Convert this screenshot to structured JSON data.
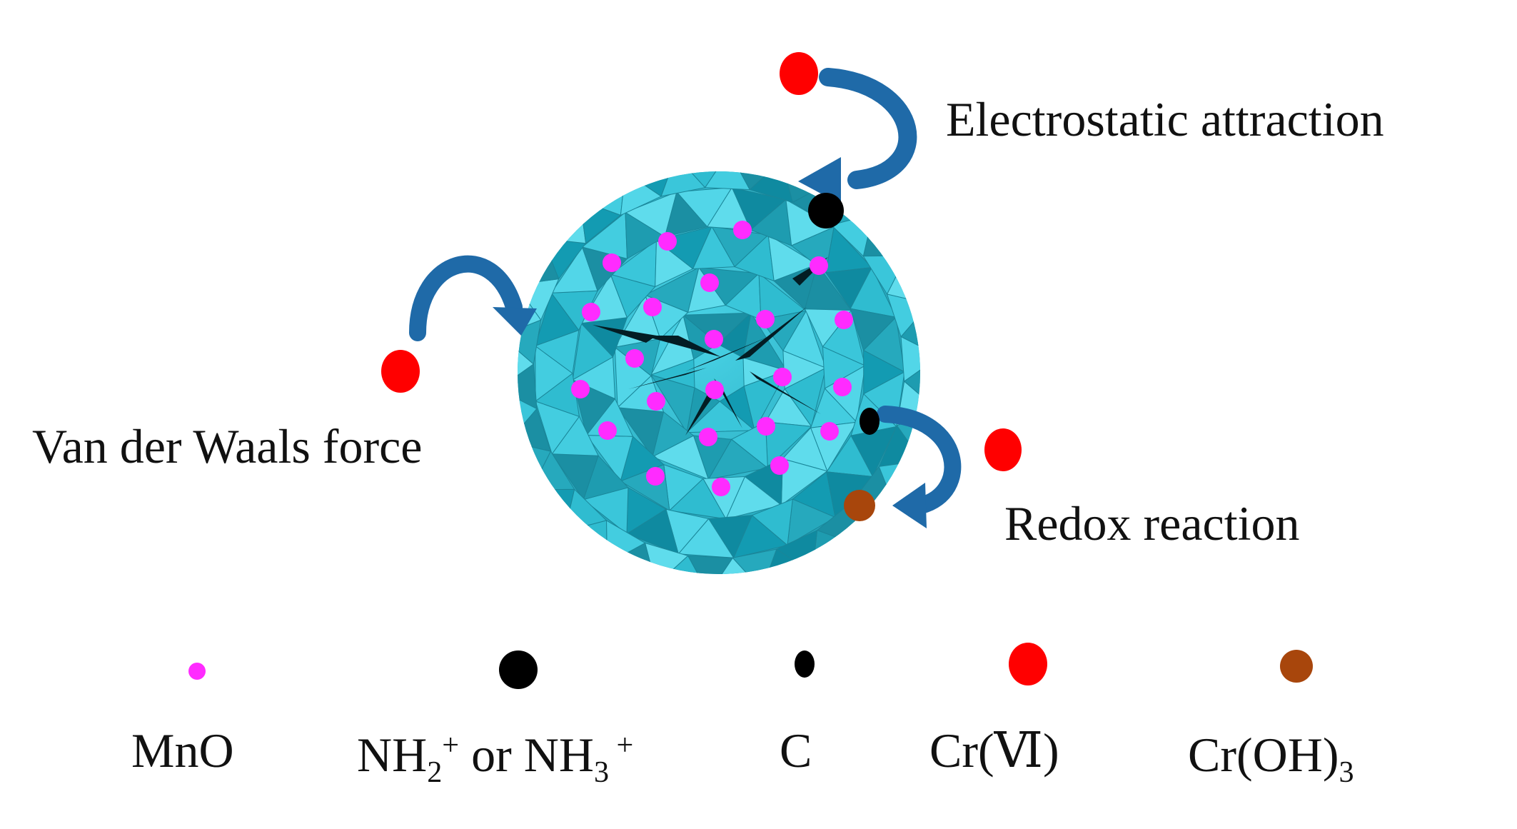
{
  "labels": {
    "electrostatic": "Electrostatic attraction",
    "vdw": "Van der Waals force",
    "redox": "Redox reaction"
  },
  "legend": [
    {
      "key": "mno",
      "text": "MnO",
      "color": "#ff2bff"
    },
    {
      "key": "nh",
      "text_a": "NH",
      "sub_a": "2",
      "sup_a": "+",
      "text_b": " or NH",
      "sub_b": "3",
      "sup_b": " +",
      "color": "#000000"
    },
    {
      "key": "c",
      "text": "C",
      "color": "#000000"
    },
    {
      "key": "cr6",
      "text": "Cr(Ⅵ)",
      "color": "#ff0000"
    },
    {
      "key": "croh3",
      "text_a": "Cr(OH)",
      "sub_a": "3",
      "color": "#a8460c"
    }
  ],
  "colors": {
    "sphere": "#35c4d8",
    "arrow": "#1f6aa8",
    "mno": "#ff2bff",
    "cr6": "#ff0000",
    "croh3": "#a8460c",
    "black": "#000000"
  }
}
